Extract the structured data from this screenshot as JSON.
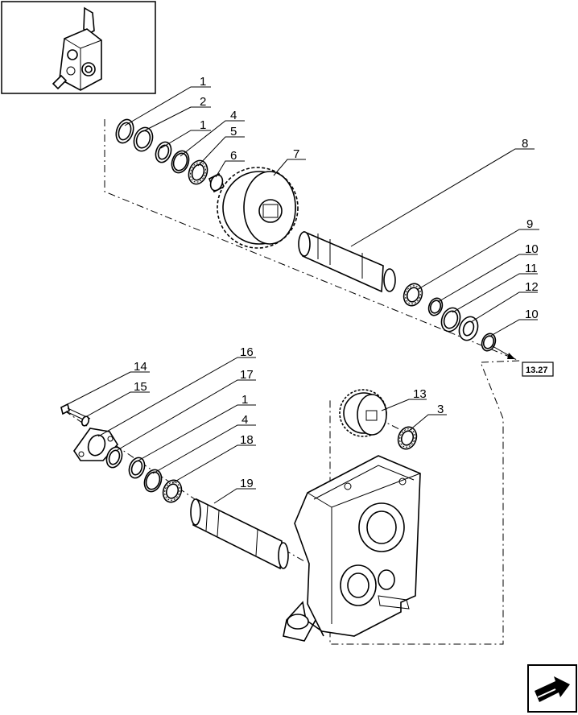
{
  "reference_box": {
    "label": "13.27"
  },
  "callouts": [
    {
      "id": "c1a",
      "label": "1"
    },
    {
      "id": "c2",
      "label": "2"
    },
    {
      "id": "c1b",
      "label": "1"
    },
    {
      "id": "c4a",
      "label": "4"
    },
    {
      "id": "c5",
      "label": "5"
    },
    {
      "id": "c6",
      "label": "6"
    },
    {
      "id": "c7",
      "label": "7"
    },
    {
      "id": "c8",
      "label": "8"
    },
    {
      "id": "c9",
      "label": "9"
    },
    {
      "id": "c10a",
      "label": "10"
    },
    {
      "id": "c11",
      "label": "11"
    },
    {
      "id": "c12",
      "label": "12"
    },
    {
      "id": "c10b",
      "label": "10"
    },
    {
      "id": "c14",
      "label": "14"
    },
    {
      "id": "c15",
      "label": "15"
    },
    {
      "id": "c16",
      "label": "16"
    },
    {
      "id": "c17",
      "label": "17"
    },
    {
      "id": "c1c",
      "label": "1"
    },
    {
      "id": "c4b",
      "label": "4"
    },
    {
      "id": "c18",
      "label": "18"
    },
    {
      "id": "c19",
      "label": "19"
    },
    {
      "id": "c13",
      "label": "13"
    },
    {
      "id": "c3",
      "label": "3"
    }
  ],
  "icons": {
    "thumbnail": "gearbox-thumbnail-icon",
    "nav": "next-page-arrow-icon"
  }
}
